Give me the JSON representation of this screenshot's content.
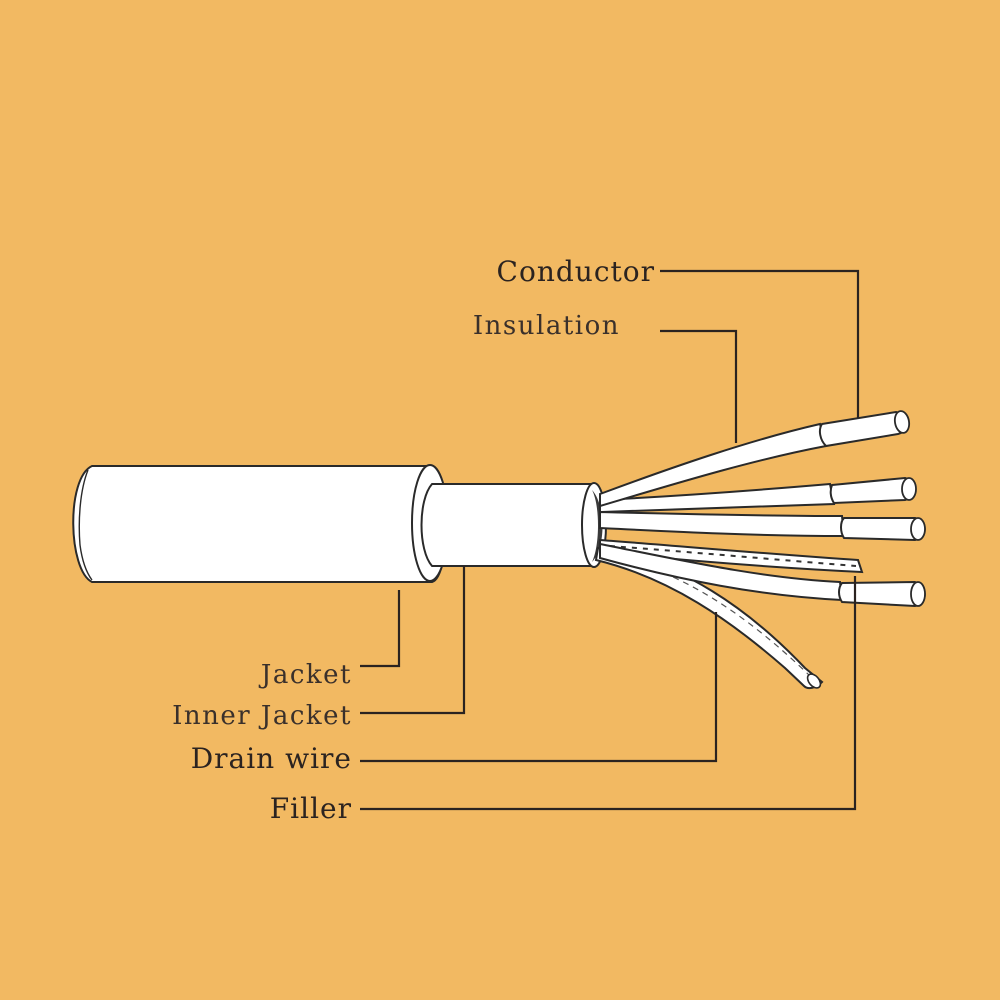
{
  "labels": {
    "conductor": "Conductor",
    "insulation": "Insulation",
    "jacket": "Jacket",
    "inner_jacket": "Inner Jacket",
    "drain_wire": "Drain wire",
    "filler": "Filler"
  },
  "colors": {
    "background": "#F2B962",
    "line": "#2b2320",
    "cable": "#ffffff"
  }
}
